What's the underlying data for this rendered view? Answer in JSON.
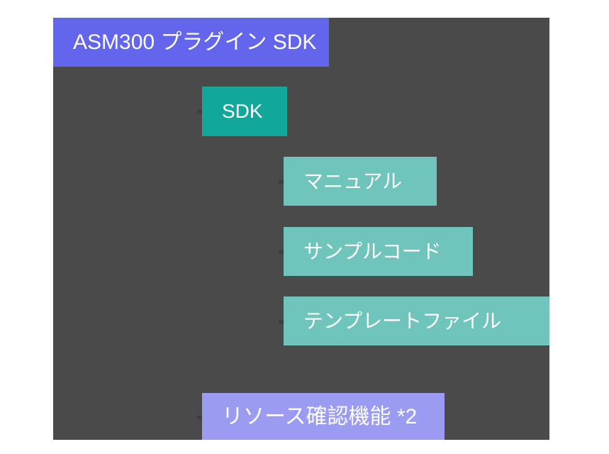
{
  "diagram": {
    "canvas_color": "#4a4a4a",
    "page_background": "#ffffff",
    "nodes": [
      {
        "id": "root",
        "label": "ASM300 プラグイン SDK",
        "color": "#6366ec",
        "level": 0
      },
      {
        "id": "sdk",
        "label": "SDK",
        "color": "#11a89b",
        "level": 1
      },
      {
        "id": "manual",
        "label": "マニュアル",
        "color": "#6fc4bc",
        "level": 2
      },
      {
        "id": "sample-code",
        "label": "サンプルコード",
        "color": "#6fc4bc",
        "level": 2
      },
      {
        "id": "template-file",
        "label": "テンプレートファイル",
        "color": "#6fc4bc",
        "level": 2
      },
      {
        "id": "resource-check",
        "label": "リソース確認機能 *2",
        "color": "#9b9bf2",
        "level": 1
      }
    ]
  }
}
